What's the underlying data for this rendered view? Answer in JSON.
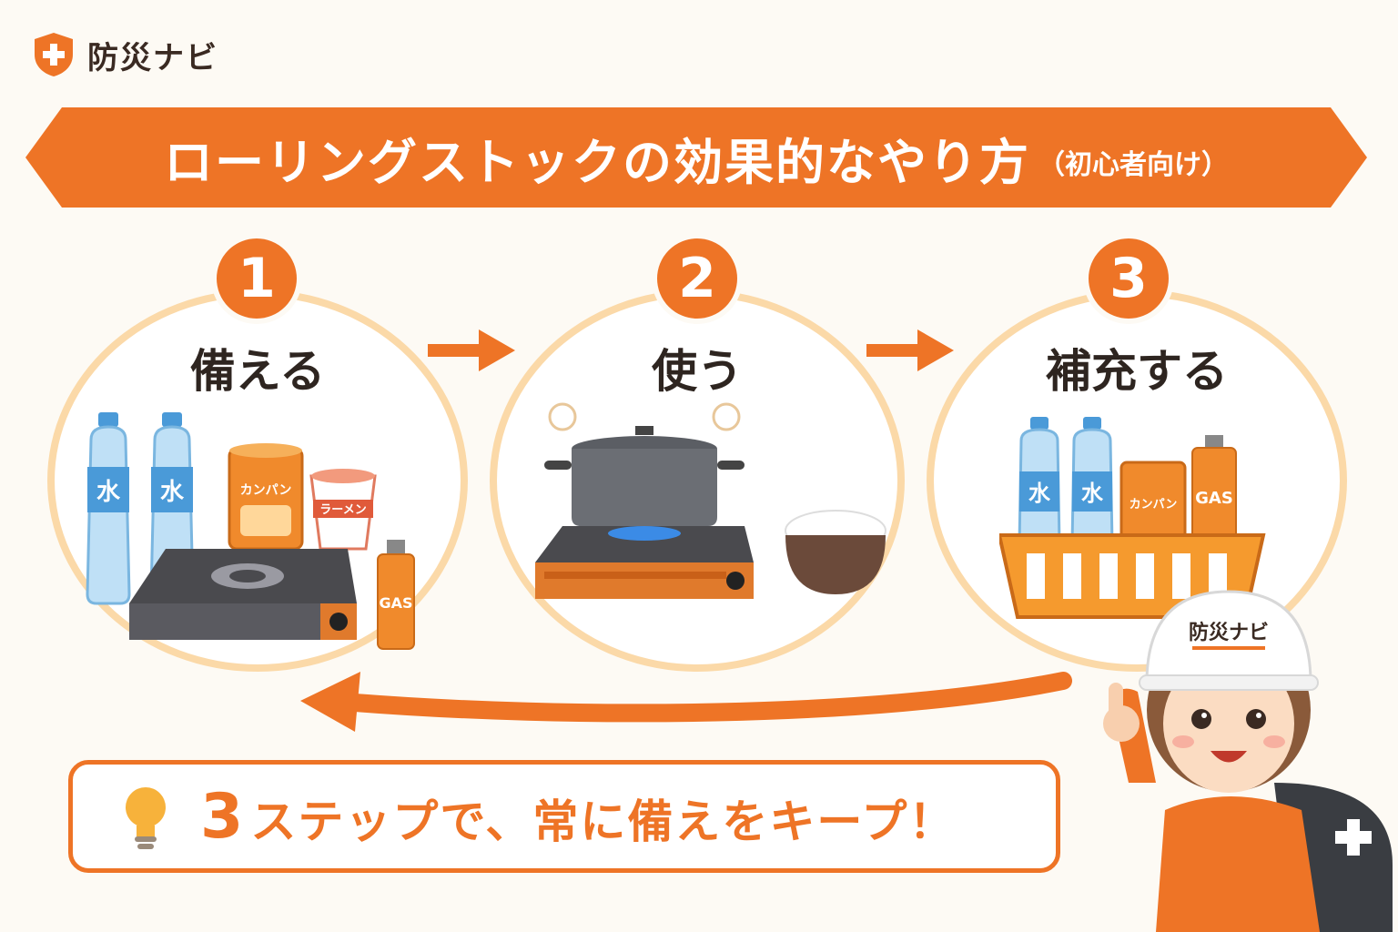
{
  "brand": {
    "name": "防災ナビ",
    "color": "#ee7426"
  },
  "banner": {
    "title": "ローリングストックの効果的なやり方",
    "subtitle": "（初心者向け）"
  },
  "steps": [
    {
      "number": "1",
      "label": "備える",
      "items": {
        "water": "水",
        "biscuit": "カンパン",
        "ramen": "ラーメン",
        "gas": "GAS"
      }
    },
    {
      "number": "2",
      "label": "使う"
    },
    {
      "number": "3",
      "label": "補充する",
      "items": {
        "water": "水",
        "biscuit": "カンパン",
        "gas": "GAS"
      }
    }
  ],
  "tip": {
    "number": "3",
    "text": "ステップで、常に備えをキープ！"
  },
  "character": {
    "helmet_label": "防災ナビ"
  },
  "icons": [
    "shield-plus-icon",
    "arrow-right-icon",
    "cycle-arrow-icon",
    "lightbulb-icon"
  ]
}
